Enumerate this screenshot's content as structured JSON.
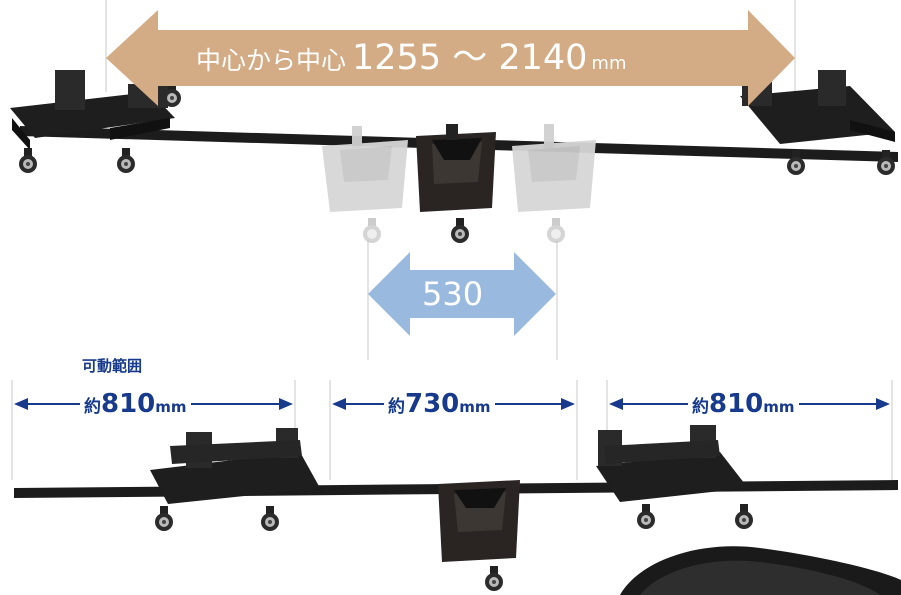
{
  "top_dimension": {
    "prefix": "中心から中心",
    "value": "1255 ～ 2140",
    "unit": "mm"
  },
  "center_dimension": {
    "value": "530"
  },
  "range_label": "可動範囲",
  "bottom_dimensions": [
    {
      "prefix": "約",
      "value": "810",
      "unit": "mm"
    },
    {
      "prefix": "約",
      "value": "730",
      "unit": "mm"
    },
    {
      "prefix": "約",
      "value": "810",
      "unit": "mm"
    }
  ],
  "colors": {
    "big_arrow": "#d3ab84",
    "center_arrow": "#9ab9de",
    "dim_text": "#173a8c",
    "frame": "#1b1b1b",
    "ghost_cart": "#d6d6d6"
  }
}
